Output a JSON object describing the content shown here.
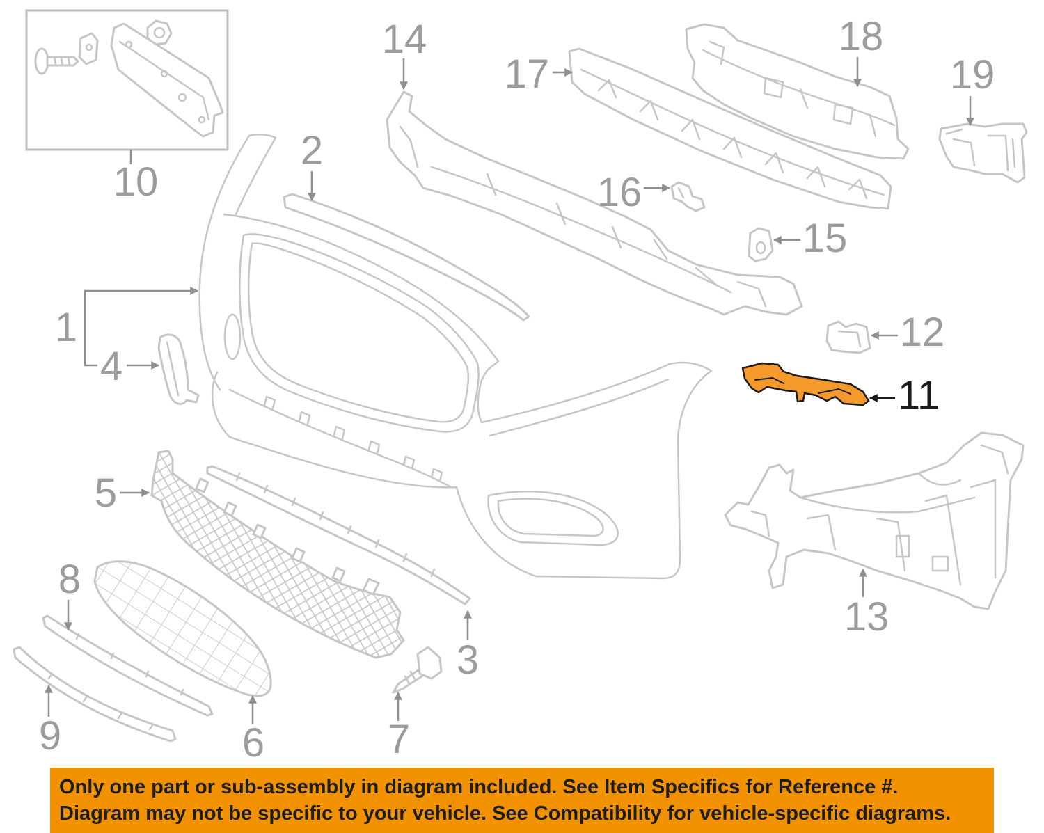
{
  "diagram": {
    "callouts": [
      {
        "label": "1"
      },
      {
        "label": "2"
      },
      {
        "label": "3"
      },
      {
        "label": "4"
      },
      {
        "label": "5"
      },
      {
        "label": "6"
      },
      {
        "label": "7"
      },
      {
        "label": "8"
      },
      {
        "label": "9"
      },
      {
        "label": "10"
      },
      {
        "label": "11",
        "highlighted": true
      },
      {
        "label": "12"
      },
      {
        "label": "13"
      },
      {
        "label": "14"
      },
      {
        "label": "15"
      },
      {
        "label": "16"
      },
      {
        "label": "17"
      },
      {
        "label": "18"
      },
      {
        "label": "19"
      }
    ],
    "outline_color": "#C6C6C6",
    "label_color": "#9C9C9C",
    "highlight_color": "#F39A2B",
    "highlight_label_color": "#1A1A1A"
  },
  "notice": {
    "lines": [
      "Only one part or sub-assembly in diagram included. See Item Specifics for Reference #.",
      "Diagram may not be specific to your vehicle. See Compatibility for vehicle-specific diagrams."
    ],
    "background_color": "#F39200",
    "text_color": "#1D1D1B"
  }
}
